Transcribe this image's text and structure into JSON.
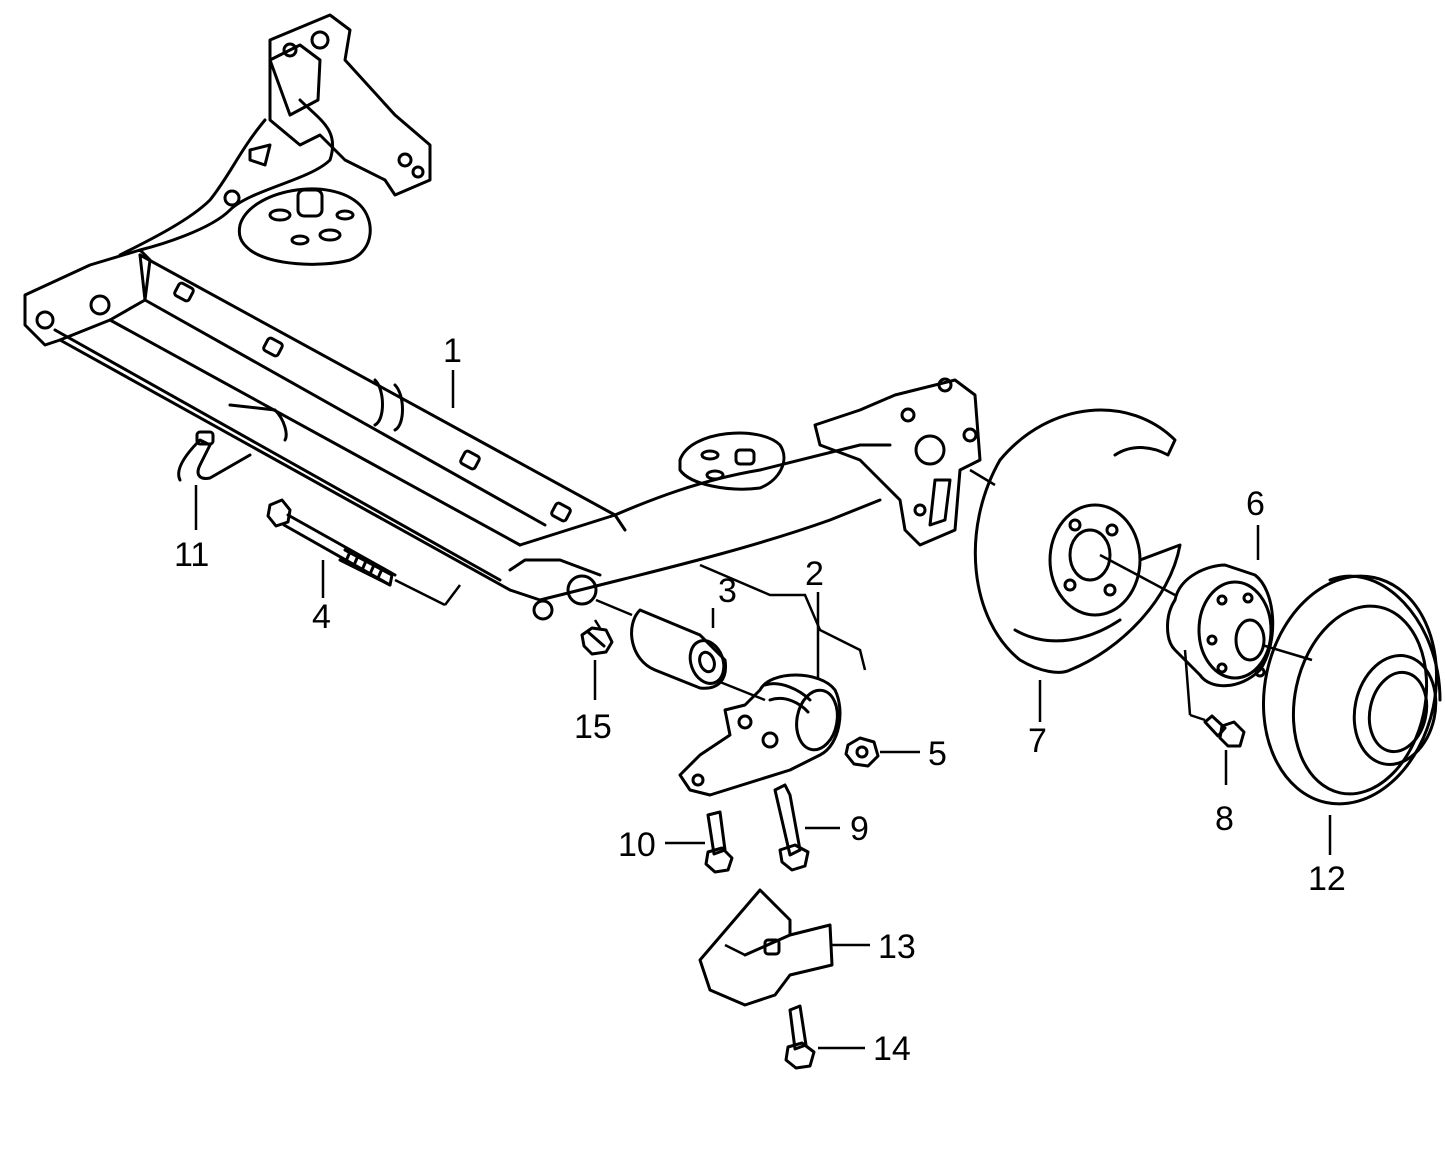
{
  "callouts": {
    "c1": "1",
    "c2": "2",
    "c3": "3",
    "c4": "4",
    "c5": "5",
    "c6": "6",
    "c7": "7",
    "c8": "8",
    "c9": "9",
    "c10": "10",
    "c11": "11",
    "c12": "12",
    "c13": "13",
    "c14": "14",
    "c15": "15"
  },
  "style": {
    "line_color": "#000000",
    "background": "#ffffff"
  }
}
